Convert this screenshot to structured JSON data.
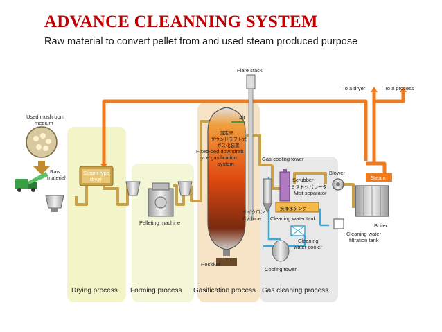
{
  "slide": {
    "title": "ADVANCE CLEANNING SYSTEM",
    "subtitle": "Raw material to convert pellet from and used steam produced purpose"
  },
  "labels": {
    "flare_stack": "Flare stack",
    "to_dryer": "To a dryer",
    "to_process": "To a process",
    "used_mushroom_1": "Used mushroom",
    "used_mushroom_2": "medium",
    "raw_1": "Raw",
    "raw_2": "material",
    "steam_dryer_1": "Steam type",
    "steam_dryer_2": "dryer",
    "air": "Air",
    "gasifier_jp_1": "固定床",
    "gasifier_jp_2": "ダウンドラフト式",
    "gasifier_jp_3": "ガス化装置",
    "gasifier_en_1": "Fixed-bed downdraft",
    "gasifier_en_2": "type gasification",
    "gasifier_en_3": "system",
    "gas_cooling_tower": "Gas-cooling tower",
    "blower": "Blower",
    "steam": "Steam",
    "scrubber": "Scrubber",
    "mist_jp": "ミストセパレータ",
    "mist_separator": "Mist separator",
    "cyclone_jp": "サイクロン",
    "cyclone": "Cyclone",
    "wash_tank_jp": "洗浄水タンク",
    "cleaning_water_tank": "Cleaning water tank",
    "cleaning_cooler_1": "Cleaning",
    "cleaning_cooler_2": "water cooler",
    "pelleting_machine": "Pelleting machine",
    "boiler": "Boiler",
    "filtration_1": "Cleaning water",
    "filtration_2": "filtration tank",
    "residue": "Residue",
    "cooling_tower": "Cooling tower"
  },
  "stages": {
    "drying": "Drying process",
    "forming": "Forming process",
    "gasification": "Gasification process",
    "gas_cleaning": "Gas cleaning process"
  },
  "colors": {
    "title": "#c00000",
    "steam_pipe": "#f07a1e",
    "drying_zone": "#f3f5c8",
    "gasification_zone": "#f7e3c6",
    "gas_cleaning_zone": "#e8e8e8",
    "water_pipe": "#3aa6d6",
    "gas_pipe": "#c9a14a"
  }
}
